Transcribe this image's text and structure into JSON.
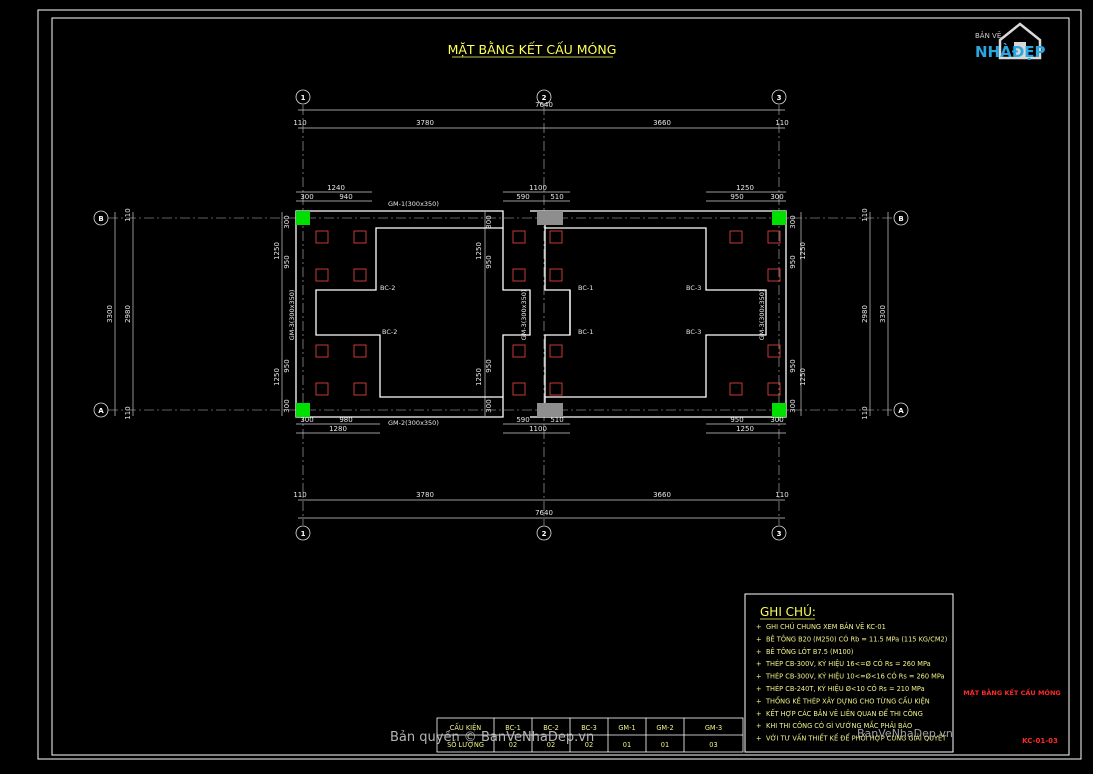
{
  "title": "MẶT BẰNG KẾT CẤU MÓNG",
  "logo": {
    "top": "BẢN VẼ",
    "main": "NHÀĐẸP",
    "color": "#2aa7e0"
  },
  "axes": {
    "num": [
      "1",
      "2",
      "3"
    ],
    "letter": [
      "B",
      "A"
    ]
  },
  "dims": {
    "total": "7640",
    "left_span": "3780",
    "right_span": "3660",
    "edge": "110",
    "top_left_1": "1240",
    "top_left_2": "300",
    "top_left_3": "940",
    "top_mid_1": "1100",
    "top_mid_2": "590",
    "top_mid_3": "510",
    "top_right_1": "1250",
    "top_right_2": "950",
    "top_right_3": "300",
    "bot_left_1": "1280",
    "bot_left_2": "300",
    "bot_left_3": "980",
    "bot_mid_1": "1100",
    "bot_mid_2": "590",
    "bot_mid_3": "510",
    "bot_right_1": "1250",
    "bot_right_2": "950",
    "bot_right_3": "300",
    "side_total": "3300",
    "side_inner": "2980",
    "side_a": "1250",
    "side_b": "950",
    "side_c": "300",
    "side_edge": "110"
  },
  "beams": {
    "gm1": "GM-1(300x350)",
    "gm2": "GM-2(300x350)",
    "gm3a": "GM-3(300x350)",
    "gm3b": "GM-3(300x350)",
    "gm3c": "GM-3(300x350)"
  },
  "footings": [
    "BC-2",
    "BC-2",
    "BC-1",
    "BC-1",
    "BC-3",
    "BC-3"
  ],
  "notes": {
    "heading": "GHI CHÚ:",
    "items": [
      "GHI CHÚ CHUNG XEM BẢN VẼ KC-01",
      "BÊ TÔNG B20 (M250) CÓ Rb = 11.5 MPa (115 KG/CM2)",
      "BÊ TÔNG LÓT B7.5 (M100)",
      "THÉP CB-300V, KÝ HIỆU 16<=Ø CÓ Rs = 260 MPa",
      "THÉP CB-300V, KÝ HIỆU 10<=Ø<16 CÓ Rs = 260 MPa",
      "THÉP CB-240T, KÝ HIỆU Ø<10 CÓ Rs = 210 MPa",
      "THỐNG KÊ THÉP XÂY DỰNG CHO TỪNG CẤU KIỆN",
      "KẾT HỢP CÁC BẢN VẼ LIÊN QUAN ĐỂ THI CÔNG",
      "KHI THI CÔNG CÓ GÌ VƯỚNG MẮC PHẢI BÁO",
      "VỚI TƯ VẤN THIẾT KẾ ĐỂ PHỐI HỢP CÙNG GIẢI QUYẾT"
    ]
  },
  "schedule": {
    "headers": [
      "CẤU KIỆN",
      "BC-1",
      "BC-2",
      "BC-3",
      "GM-1",
      "GM-2",
      "GM-3"
    ],
    "row_label": "SỐ LƯỢNG",
    "values": [
      "02",
      "02",
      "02",
      "01",
      "01",
      "03"
    ]
  },
  "sheet_title": "MẶT BẰNG KẾT CẤU MÓNG",
  "sheet_no": "KC-01-03",
  "watermark": "Bản quyền © BanVeNhaDep.vn",
  "watermark2": "BanVeNhaDep.vn",
  "colors": {
    "accent": "#ffff55",
    "column": "#00e000",
    "pile": "#d9403a",
    "red": "#ff2a2a"
  }
}
